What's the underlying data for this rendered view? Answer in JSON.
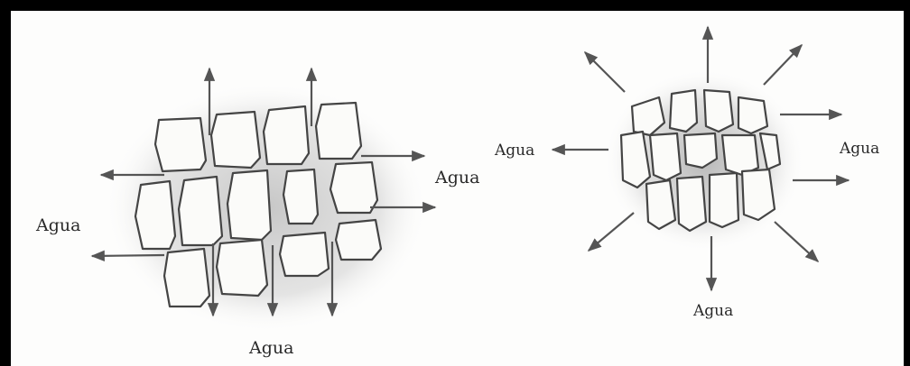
{
  "diagram": {
    "left_tissue": {
      "labels": {
        "left": "Agua",
        "right": "Agua",
        "bottom": "Agua"
      }
    },
    "right_tissue": {
      "labels": {
        "left": "Agua",
        "right": "Agua",
        "bottom": "Agua"
      }
    }
  },
  "colors": {
    "frame": "#000000",
    "ink": "#444444",
    "stipple": "#8a8a8a"
  }
}
